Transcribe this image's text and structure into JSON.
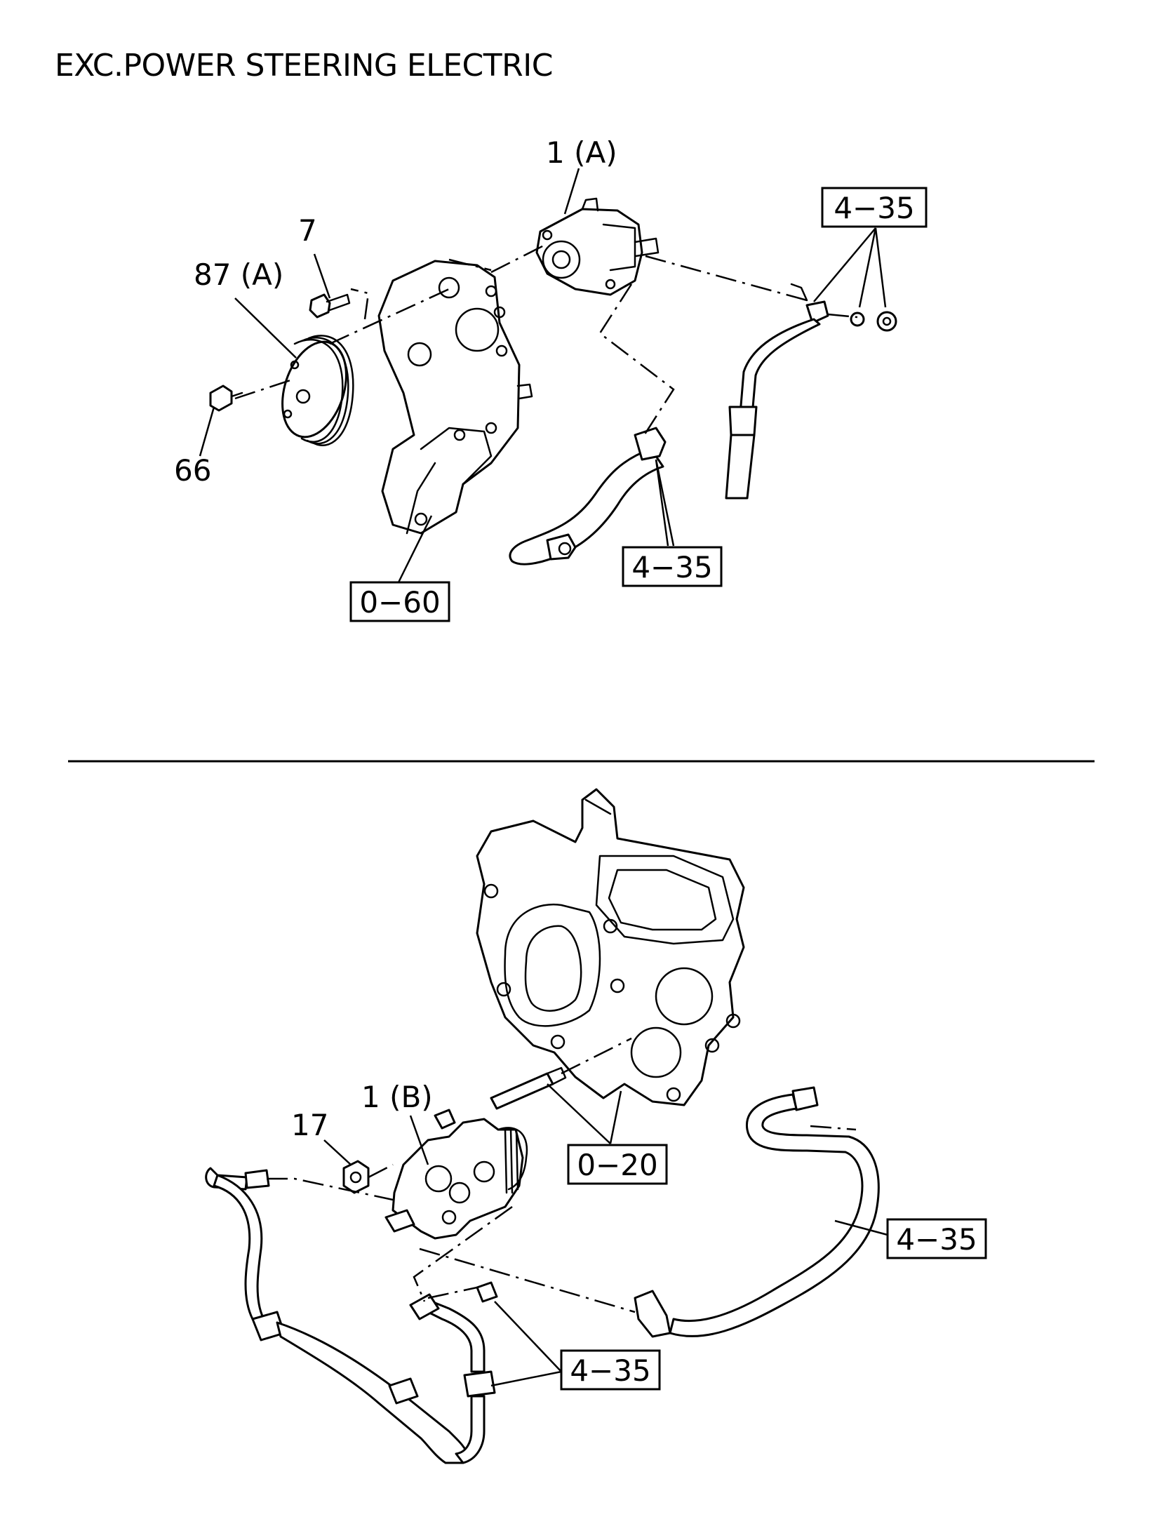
{
  "title": "EXC.POWER STEERING ELECTRIC",
  "top_section": {
    "labels": {
      "pump": "1 (A)",
      "bolt": "7",
      "pulley": "87 (A)",
      "pulley_bolt": "66"
    },
    "refs": {
      "pipe_fittings": "4−35",
      "hose_clamps": "4−35",
      "bracket": "0−60"
    }
  },
  "bottom_section": {
    "labels": {
      "pump": "1 (B)",
      "nut": "17"
    },
    "refs": {
      "stud": "0−20",
      "return_hose": "4−35",
      "pressure_pipe": "4−35"
    }
  }
}
